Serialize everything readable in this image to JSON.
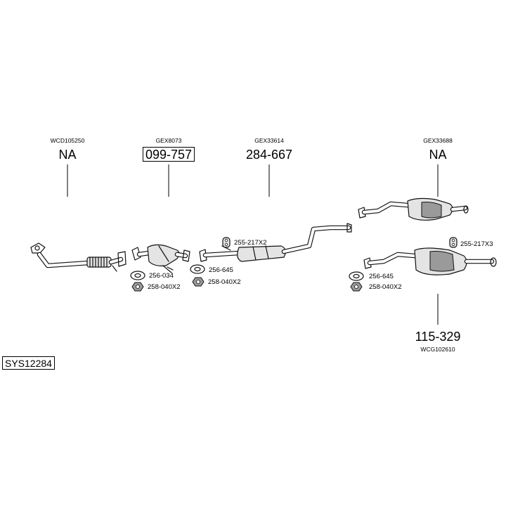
{
  "diagram_id": "SYS12284",
  "assemblies": [
    {
      "oe_code": "WCD105250",
      "part_number": "NA",
      "boxed": false
    },
    {
      "oe_code": "GEX8073",
      "part_number": "099-757",
      "boxed": true
    },
    {
      "oe_code": "GEX33614",
      "part_number": "284-667",
      "boxed": false
    },
    {
      "oe_code": "GEX33688",
      "part_number": "NA",
      "boxed": false
    },
    {
      "oe_code": "WCG102610",
      "part_number": "115-329",
      "boxed": false
    }
  ],
  "fittings": [
    {
      "code": "256-034",
      "icon": "gasket-icon"
    },
    {
      "code": "258-040X2",
      "icon": "nut-icon"
    },
    {
      "code": "256-645",
      "icon": "gasket-icon"
    },
    {
      "code": "258-040X2",
      "icon": "nut-icon"
    },
    {
      "code": "255-217X2",
      "icon": "rubber-mount-icon"
    },
    {
      "code": "256-645",
      "icon": "gasket-icon"
    },
    {
      "code": "258-040X2",
      "icon": "nut-icon"
    },
    {
      "code": "255-217X3",
      "icon": "rubber-mount-icon"
    }
  ]
}
